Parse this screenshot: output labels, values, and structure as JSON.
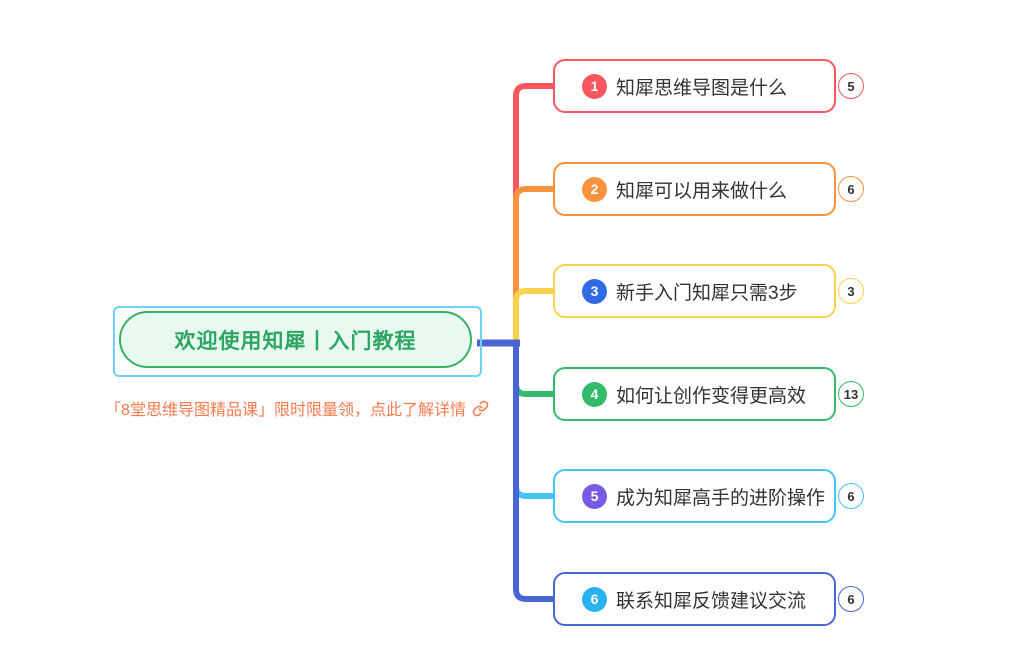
{
  "root": {
    "title": "欢迎使用知犀丨入门教程",
    "title_color": "#2FA563",
    "pill_bg": "#E8FAF0",
    "pill_border": "#35B266",
    "selection_border": "#6FD0F8",
    "subtitle": "「8堂思维导图精品课」限时限量领，点此了解详情",
    "subtitle_color": "#F87A4E",
    "subtitle_icon": "link-icon",
    "edge_color": "#4A66D4"
  },
  "branches": [
    {
      "num": "1",
      "label": "知犀思维导图是什么",
      "count": "5",
      "color": "#F9565F",
      "num_bg": "#F9565F"
    },
    {
      "num": "2",
      "label": "知犀可以用来做什么",
      "count": "6",
      "color": "#F9923F",
      "num_bg": "#F9923F"
    },
    {
      "num": "3",
      "label": "新手入门知犀只需3步",
      "count": "3",
      "color": "#FBD24A",
      "num_bg": "#2E6BE5"
    },
    {
      "num": "4",
      "label": "如何让创作变得更高效",
      "count": "13",
      "color": "#33BA6A",
      "num_bg": "#33BA6A"
    },
    {
      "num": "5",
      "label": "成为知犀高手的进阶操作",
      "count": "6",
      "color": "#45C4F8",
      "num_bg": "#7A5AE5"
    },
    {
      "num": "6",
      "label": "联系知犀反馈建议交流",
      "count": "6",
      "color": "#4A66D4",
      "num_bg": "#29B2EF"
    }
  ],
  "text_color": "#333333",
  "canvas_bg": "#FFFFFF"
}
